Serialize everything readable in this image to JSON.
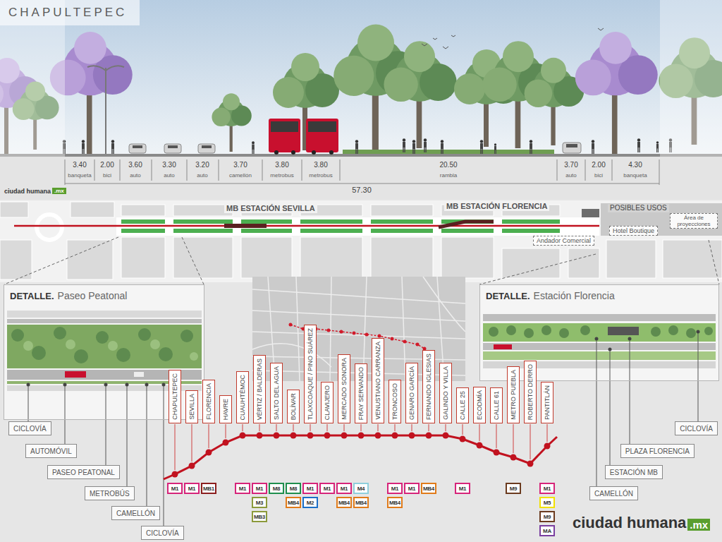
{
  "diagram": {
    "title": "CHAPULTEPEC",
    "nodes": [
      {
        "text": [
          "Área de proyecciones"
        ]
      },
      {
        "text": [
          "Hotel Boutique"
        ]
      },
      {
        "text": [
          "Andador Comercial"
        ]
      },
      {
        "text": [
          "DETALLE.",
          "Paseo Peatonal"
        ]
      },
      {
        "text": [
          "DETALLE.",
          "Estación Florencia"
        ]
      },
      {
        "text": [
          "CHAPULTEPEC"
        ]
      },
      {
        "text": [
          "SEVILLA"
        ]
      },
      {
        "text": [
          "FLORENCIA"
        ]
      },
      {
        "text": [
          "HAVRE"
        ]
      },
      {
        "text": [
          "CUAUHTÉMOC"
        ]
      },
      {
        "text": [
          "VÉRTIZ / BALDERAS"
        ]
      },
      {
        "text": [
          "SALTO DEL AGUA"
        ]
      },
      {
        "text": [
          "BOLÍVAR"
        ]
      },
      {
        "text": [
          "TLAXCOAQUE / PINO SUÁREZ"
        ]
      },
      {
        "text": [
          "CLAVIJERO"
        ]
      },
      {
        "text": [
          "MERCADO SONORA"
        ]
      },
      {
        "text": [
          "FRAY SERVANDO"
        ]
      },
      {
        "text": [
          "VENUSTIANO CARRANZA"
        ]
      },
      {
        "text": [
          "TRONCOSO"
        ]
      },
      {
        "text": [
          "GENARO GARCÍA"
        ]
      },
      {
        "text": [
          "FERNANDO IGLESIAS"
        ]
      },
      {
        "text": [
          "GALINDO Y VILLA"
        ]
      },
      {
        "text": [
          "CALLE 25"
        ]
      },
      {
        "text": [
          "ECODMÍA"
        ]
      },
      {
        "text": [
          "CALLE 61"
        ]
      },
      {
        "text": [
          "METRO PUEBLA"
        ]
      },
      {
        "text": [
          "ROBERTO DERRO"
        ]
      },
      {
        "text": [
          "PANTITLÁN"
        ]
      },
      {
        "text": [
          "M1"
        ]
      },
      {
        "text": [
          "M1"
        ]
      },
      {
        "text": [
          "MB1"
        ]
      },
      {
        "text": [
          "M1"
        ]
      },
      {
        "text": [
          "M1"
        ]
      },
      {
        "text": [
          "M3"
        ]
      },
      {
        "text": [
          "MB3"
        ]
      },
      {
        "text": [
          "M8"
        ]
      },
      {
        "text": [
          "M8"
        ]
      },
      {
        "text": [
          "MB4"
        ]
      },
      {
        "text": [
          "M1"
        ]
      },
      {
        "text": [
          "M2"
        ]
      },
      {
        "text": [
          "M1"
        ]
      },
      {
        "text": [
          "M1"
        ]
      },
      {
        "text": [
          "MB4"
        ]
      },
      {
        "text": [
          "M4"
        ]
      },
      {
        "text": [
          "MB4"
        ]
      },
      {
        "text": [
          "M1"
        ]
      },
      {
        "text": [
          "MB4"
        ]
      },
      {
        "text": [
          "M1"
        ]
      },
      {
        "text": [
          "MB4"
        ]
      },
      {
        "text": [
          "M1"
        ]
      },
      {
        "text": [
          "M9"
        ]
      },
      {
        "text": [
          "M1"
        ]
      },
      {
        "text": [
          "M5"
        ]
      },
      {
        "text": [
          "M9"
        ]
      },
      {
        "text": [
          "MA"
        ]
      },
      {
        "text": [
          "CICLOVÍA"
        ]
      },
      {
        "text": [
          "AUTOMÓVIL"
        ]
      },
      {
        "text": [
          "PASEO PEATONAL"
        ]
      },
      {
        "text": [
          "METROBÚS"
        ]
      },
      {
        "text": [
          "CAMELLÓN"
        ]
      },
      {
        "text": [
          "CICLOVÍA"
        ]
      },
      {
        "text": [
          "CICLOVÍA"
        ]
      },
      {
        "text": [
          "PLAZA FLORENCIA"
        ]
      },
      {
        "text": [
          "ESTACIÓN MB"
        ]
      },
      {
        "text": [
          "CAMELLÓN"
        ]
      }
    ],
    "labels": [
      "3.40",
      "banqueta",
      "2.00",
      "bici",
      "3.60",
      "auto",
      "3.30",
      "auto",
      "3.20",
      "auto",
      "3.70",
      "camellón",
      "3.80",
      "metrobus",
      "3.80",
      "metrobus",
      "20.50",
      "rambla",
      "3.70",
      "auto",
      "2.00",
      "bici",
      "4.30",
      "banqueta",
      "57.30",
      "ciudad humana",
      ".mx",
      "MB ESTACIÓN SEVILLA",
      "MB ESTACIÓN FLORENCIA",
      "POSIBLES USOS",
      "ciudad humana",
      ".mx"
    ]
  }
}
